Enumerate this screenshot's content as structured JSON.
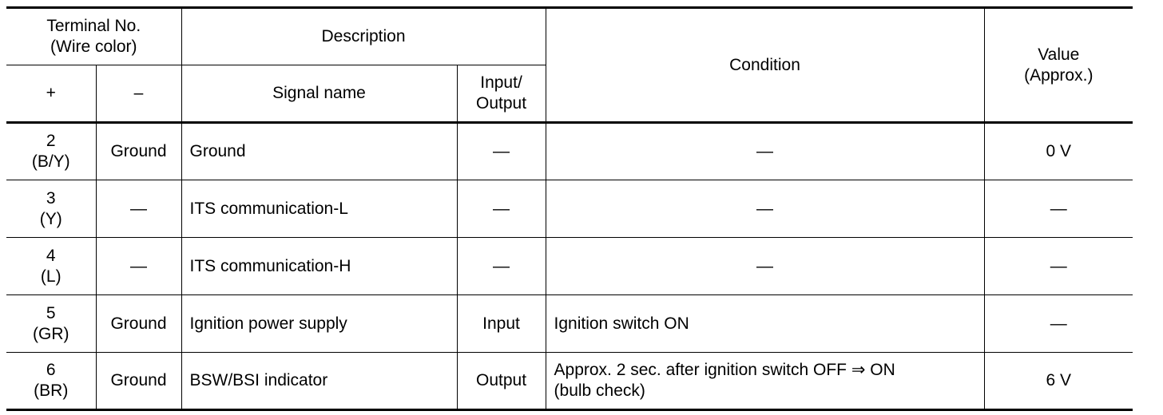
{
  "header": {
    "terminal": "Terminal No.",
    "wire_color": "(Wire color)",
    "description": "Description",
    "condition": "Condition",
    "value": "Value",
    "approx": "(Approx.)",
    "plus": "+",
    "minus": "–",
    "signal_name": "Signal name",
    "io_line1": "Input/",
    "io_line2": "Output"
  },
  "rows": [
    {
      "terminal": "2",
      "wire": "(B/Y)",
      "minus": "Ground",
      "signal": "Ground",
      "io": "—",
      "condition": "—",
      "value": "0 V"
    },
    {
      "terminal": "3",
      "wire": "(Y)",
      "minus": "—",
      "signal": "ITS communication-L",
      "io": "—",
      "condition": "—",
      "value": "—"
    },
    {
      "terminal": "4",
      "wire": "(L)",
      "minus": "—",
      "signal": "ITS communication-H",
      "io": "—",
      "condition": "—",
      "value": "—"
    },
    {
      "terminal": "5",
      "wire": "(GR)",
      "minus": "Ground",
      "signal": "Ignition power supply",
      "io": "Input",
      "condition": "Ignition switch ON",
      "value": "—"
    },
    {
      "terminal": "6",
      "wire": "(BR)",
      "minus": "Ground",
      "signal": "BSW/BSI indicator",
      "io": "Output",
      "condition": "Approx. 2 sec. after ignition switch OFF ⇒ ON",
      "condition2": "(bulb check)",
      "value": "6 V"
    }
  ]
}
